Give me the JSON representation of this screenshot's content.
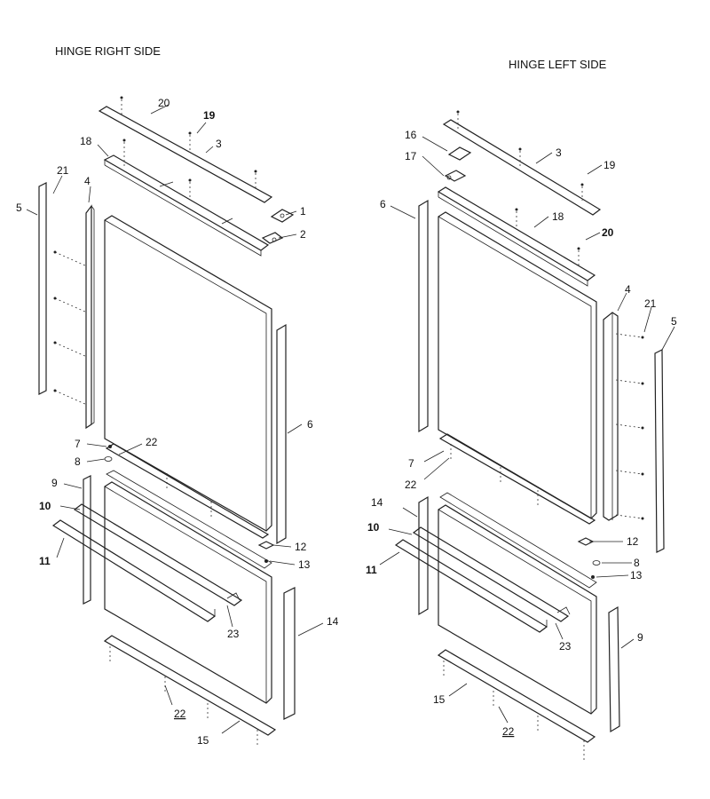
{
  "titles": {
    "right": "HINGE RIGHT SIDE",
    "left": "HINGE LEFT SIDE"
  },
  "right_labels": {
    "p1": "1",
    "p2": "2",
    "p3": "3",
    "p4": "4",
    "p5": "5",
    "p6": "6",
    "p7": "7",
    "p8": "8",
    "p9": "9",
    "p10": "10",
    "p11": "11",
    "p12": "12",
    "p13": "13",
    "p14": "14",
    "p15": "15",
    "p18": "18",
    "p19": "19",
    "p20": "20",
    "p21": "21",
    "p22a": "22",
    "p22b": "22",
    "p23": "23"
  },
  "left_labels": {
    "p3": "3",
    "p4": "4",
    "p5": "5",
    "p6": "6",
    "p7": "7",
    "p8": "8",
    "p9": "9",
    "p10": "10",
    "p11": "11",
    "p12": "12",
    "p13": "13",
    "p14": "14",
    "p15": "15",
    "p16": "16",
    "p17": "17",
    "p18": "18",
    "p19": "19",
    "p20": "20",
    "p21": "21",
    "p22a": "22",
    "p22b": "22",
    "p23": "23"
  }
}
